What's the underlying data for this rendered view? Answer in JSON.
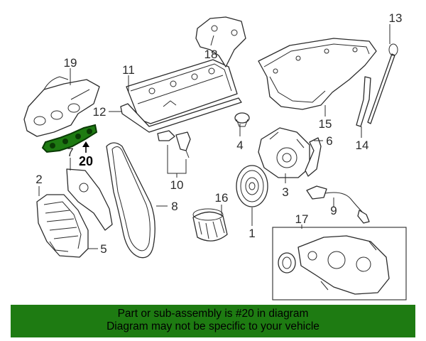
{
  "diagram": {
    "highlight_color": "#1e7b12",
    "labels": [
      {
        "id": "1",
        "text": "1"
      },
      {
        "id": "2",
        "text": "2"
      },
      {
        "id": "3",
        "text": "3"
      },
      {
        "id": "4",
        "text": "4"
      },
      {
        "id": "5",
        "text": "5"
      },
      {
        "id": "6",
        "text": "6"
      },
      {
        "id": "7",
        "text": "7"
      },
      {
        "id": "8",
        "text": "8"
      },
      {
        "id": "9",
        "text": "9"
      },
      {
        "id": "10",
        "text": "10"
      },
      {
        "id": "11",
        "text": "11"
      },
      {
        "id": "12",
        "text": "12"
      },
      {
        "id": "13",
        "text": "13"
      },
      {
        "id": "14",
        "text": "14"
      },
      {
        "id": "15",
        "text": "15"
      },
      {
        "id": "16",
        "text": "16"
      },
      {
        "id": "17",
        "text": "17"
      },
      {
        "id": "18",
        "text": "18"
      },
      {
        "id": "19",
        "text": "19"
      },
      {
        "id": "20",
        "text": "20"
      }
    ]
  },
  "footer": {
    "line1": "Part or sub-assembly is #20 in diagram",
    "line2": "Diagram may not be specific to your vehicle",
    "background": "#1e7b12"
  }
}
